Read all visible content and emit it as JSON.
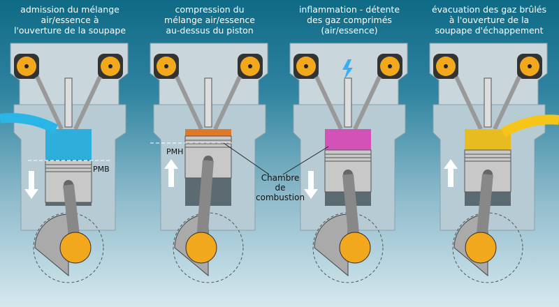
{
  "panels": [
    {
      "caption_lines": [
        "admission du mélange",
        "air/essence à",
        "l'ouverture de la soupape"
      ],
      "gas_color": "#29b6e6",
      "piston": "down",
      "arrow": "down"
    },
    {
      "caption_lines": [
        "compression du",
        "mélange air/essence",
        "au-dessus du piston"
      ],
      "gas_color": "#f07a1e",
      "piston": "up",
      "arrow": "up"
    },
    {
      "caption_lines": [
        "inflammation - détente",
        "des gaz comprimés",
        "(air/essence)"
      ],
      "gas_color": "#e050c0",
      "piston": "mid",
      "arrow": "down"
    },
    {
      "caption_lines": [
        "évacuation des gaz brûlés",
        "à l'ouverture de la",
        "soupape d'échappement"
      ],
      "gas_color": "#f5c518",
      "piston": "mid",
      "arrow": "up"
    }
  ],
  "labels": {
    "pmb": "PMB",
    "pmh": "PMH",
    "chambre": [
      "Chambre",
      "de",
      "combustion"
    ]
  },
  "colors": {
    "block": "#b7cbd5",
    "head": "#c9d6dc",
    "cam": "#f2a81d",
    "crank": "#f2a81d",
    "piston": "#c8c8c8"
  }
}
